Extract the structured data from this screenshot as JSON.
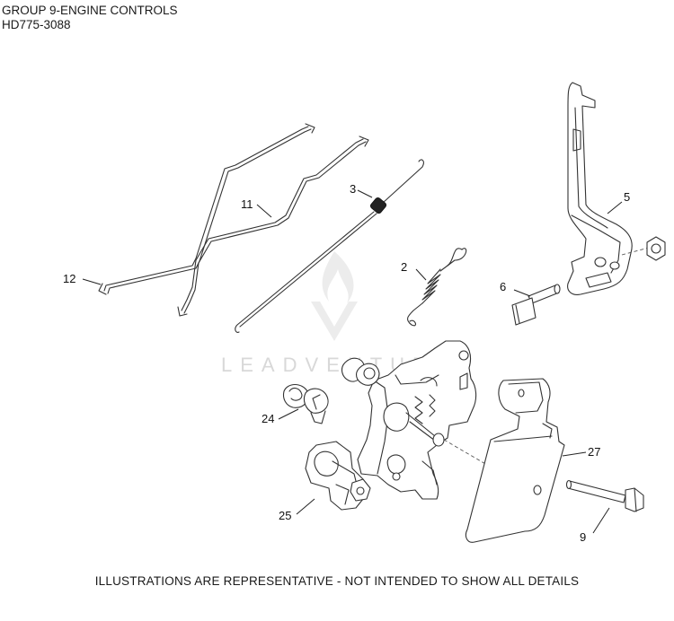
{
  "header": {
    "title": "GROUP 9-ENGINE CONTROLS",
    "model": "HD775-3088"
  },
  "watermark": {
    "text": "LEADVENTURE"
  },
  "callouts": [
    {
      "id": "12",
      "label": "12"
    },
    {
      "id": "11",
      "label": "11"
    },
    {
      "id": "3",
      "label": "3"
    },
    {
      "id": "2",
      "label": "2"
    },
    {
      "id": "5",
      "label": "5"
    },
    {
      "id": "6",
      "label": "6"
    },
    {
      "id": "24",
      "label": "24"
    },
    {
      "id": "25",
      "label": "25"
    },
    {
      "id": "27",
      "label": "27"
    },
    {
      "id": "9",
      "label": "9"
    }
  ],
  "footer": {
    "disclaimer": "ILLUSTRATIONS ARE REPRESENTATIVE - NOT INTENDED TO SHOW ALL DETAILS"
  }
}
